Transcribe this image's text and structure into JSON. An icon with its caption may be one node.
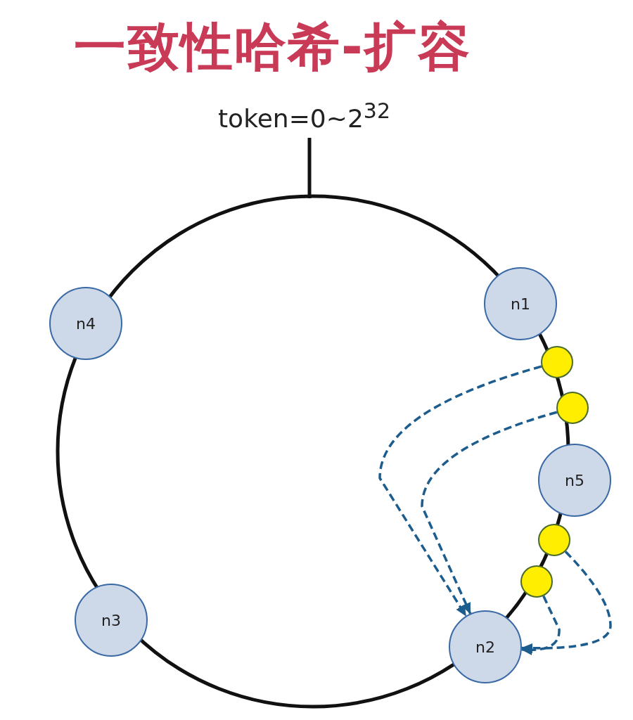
{
  "diagram": {
    "title": "一致性哈希-扩容",
    "nodes": [
      {
        "text": [
          "n1"
        ]
      },
      {
        "text": [
          "n4"
        ]
      },
      {
        "text": [],
        "shape": "circle"
      },
      {
        "text": [],
        "shape": "circle"
      },
      {
        "text": [
          "n5"
        ]
      },
      {
        "text": [],
        "shape": "circle"
      },
      {
        "text": [],
        "shape": "circle"
      },
      {
        "text": [
          "n3"
        ]
      },
      {
        "text": [
          "n2"
        ]
      }
    ],
    "edges": [
      {
        "from": 2,
        "to": 8,
        "arrow": "to",
        "style": "dashed"
      },
      {
        "from": 3,
        "to": 8,
        "arrow": "to",
        "style": "dashed"
      },
      {
        "from": 6,
        "to": 8,
        "arrow": "to",
        "style": "dashed"
      },
      {
        "from": 5,
        "to": 8,
        "arrow": "to",
        "style": "dashed"
      }
    ],
    "labels": [
      "token=0~2$^{32}$"
    ]
  }
}
